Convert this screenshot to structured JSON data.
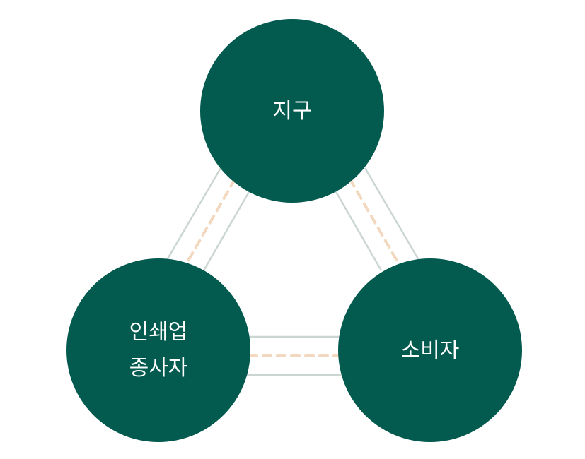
{
  "diagram": {
    "colors": {
      "node_fill": "#035a4e",
      "connector_line": "#cbd6d2",
      "connector_dash": "#f2d8bf",
      "label_text": "#ffffff",
      "background": "#ffffff"
    },
    "nodes": {
      "earth": {
        "label": "지구"
      },
      "printing_workers": {
        "line1": "인쇄업",
        "line2": "종사자"
      },
      "consumer": {
        "label": "소비자"
      }
    },
    "connections": [
      {
        "from": "earth",
        "to": "printing_workers",
        "style": "double-line-with-dashed-center"
      },
      {
        "from": "earth",
        "to": "consumer",
        "style": "double-line-with-dashed-center"
      },
      {
        "from": "printing_workers",
        "to": "consumer",
        "style": "double-line-with-dashed-center"
      }
    ]
  }
}
